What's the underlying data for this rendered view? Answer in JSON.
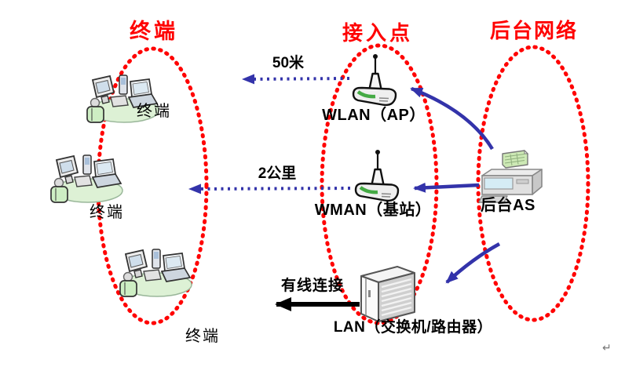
{
  "diagram": {
    "zones": [
      {
        "title": "终端"
      },
      {
        "title": "接入点"
      },
      {
        "title": "后台网络"
      }
    ],
    "terminals": [
      {
        "label": "终端"
      },
      {
        "label": "终端"
      },
      {
        "label": "终端"
      }
    ],
    "access_points": {
      "wlan": {
        "label": "WLAN（AP）",
        "range": "50米"
      },
      "wman": {
        "label": "WMAN（基站）",
        "range": "2公里"
      },
      "lan": {
        "label": "LAN（交换机/路由器）",
        "link": "有线连接"
      }
    },
    "backend": {
      "as_label": "后台AS"
    },
    "return_mark": "↵"
  },
  "colors": {
    "zone_border": "#ff0000",
    "zone_title_text": "#ff0000",
    "wireless_arrow_blue": "#3333aa",
    "wired_arrow_black": "#000000",
    "label_text": "#000000",
    "platform_green": "#ddf1d5",
    "card_green": "#cde9b5",
    "background": "#ffffff"
  }
}
